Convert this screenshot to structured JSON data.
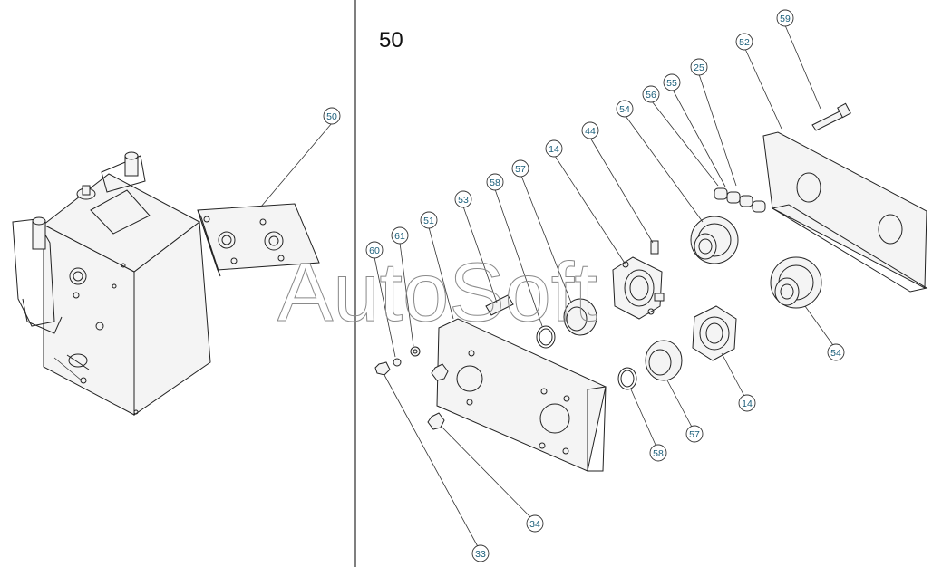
{
  "assembly_number": "50",
  "watermark": "AutoSoft",
  "callouts": {
    "c50_left": "50",
    "c59": "59",
    "c52": "52",
    "c25": "25",
    "c55": "55",
    "c56": "56",
    "c54_top": "54",
    "c44": "44",
    "c14_top": "14",
    "c57_top": "57",
    "c58_top": "58",
    "c53": "53",
    "c51": "51",
    "c61": "61",
    "c60": "60",
    "c54_right": "54",
    "c14_bottom": "14",
    "c57_bottom": "57",
    "c58_bottom": "58",
    "c34": "34",
    "c33": "33"
  }
}
